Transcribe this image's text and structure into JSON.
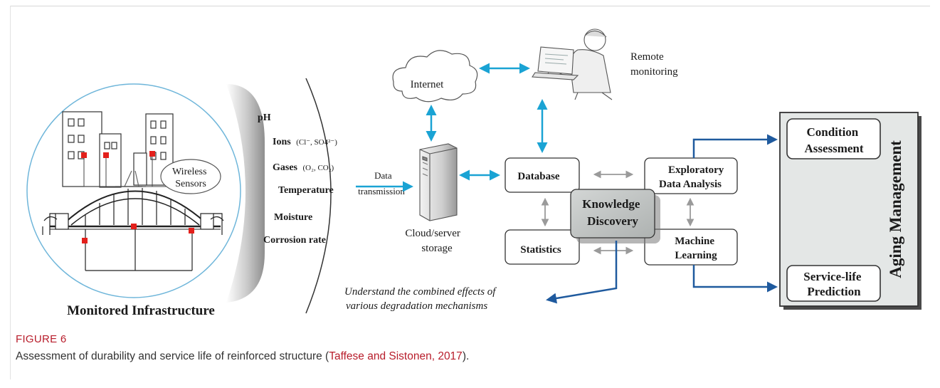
{
  "figure": {
    "label": "FIGURE 6",
    "caption_before": "Assessment of durability and service life of reinforced structure (",
    "caption_citation": "Taffese and Sistonen, 2017",
    "caption_after": ")."
  },
  "diagram": {
    "infrastructure_label": "Monitored Infrastructure",
    "wireless_sensors": [
      "Wireless",
      "Sensors"
    ],
    "parameters": {
      "ph": "pH",
      "ions": "Ions",
      "ions_detail": "(Cl⁻, SO4²⁻)",
      "gases": "Gases",
      "gases_detail": "(O₂, CO₂)",
      "temperature": "Temperature",
      "moisture": "Moisture",
      "corrosion": "Corrosion rate"
    },
    "data_transmission": [
      "Data",
      "transmission"
    ],
    "internet": "Internet",
    "remote_monitoring": [
      "Remote",
      "monitoring"
    ],
    "cloud_storage": [
      "Cloud/server",
      "storage"
    ],
    "database": "Database",
    "exploratory": [
      "Exploratory",
      "Data Analysis"
    ],
    "statistics": "Statistics",
    "machine_learning": [
      "Machine",
      "Learning"
    ],
    "knowledge_discovery": [
      "Knowledge",
      "Discovery"
    ],
    "understand": [
      "Understand the combined effects of",
      "various degradation mechanisms"
    ],
    "condition_assessment": [
      "Condition",
      "Assessment"
    ],
    "service_life": [
      "Service-life",
      "Prediction"
    ],
    "aging_management": "Aging Management"
  },
  "colors": {
    "cyan_arrow": "#1aa3d4",
    "blue_arrow": "#1f5a9e",
    "gray_arrow": "#9a9a9a",
    "sensor_red": "#e3201b",
    "caption_red": "#b81d2b",
    "panel_fill": "#e4e7e6"
  }
}
